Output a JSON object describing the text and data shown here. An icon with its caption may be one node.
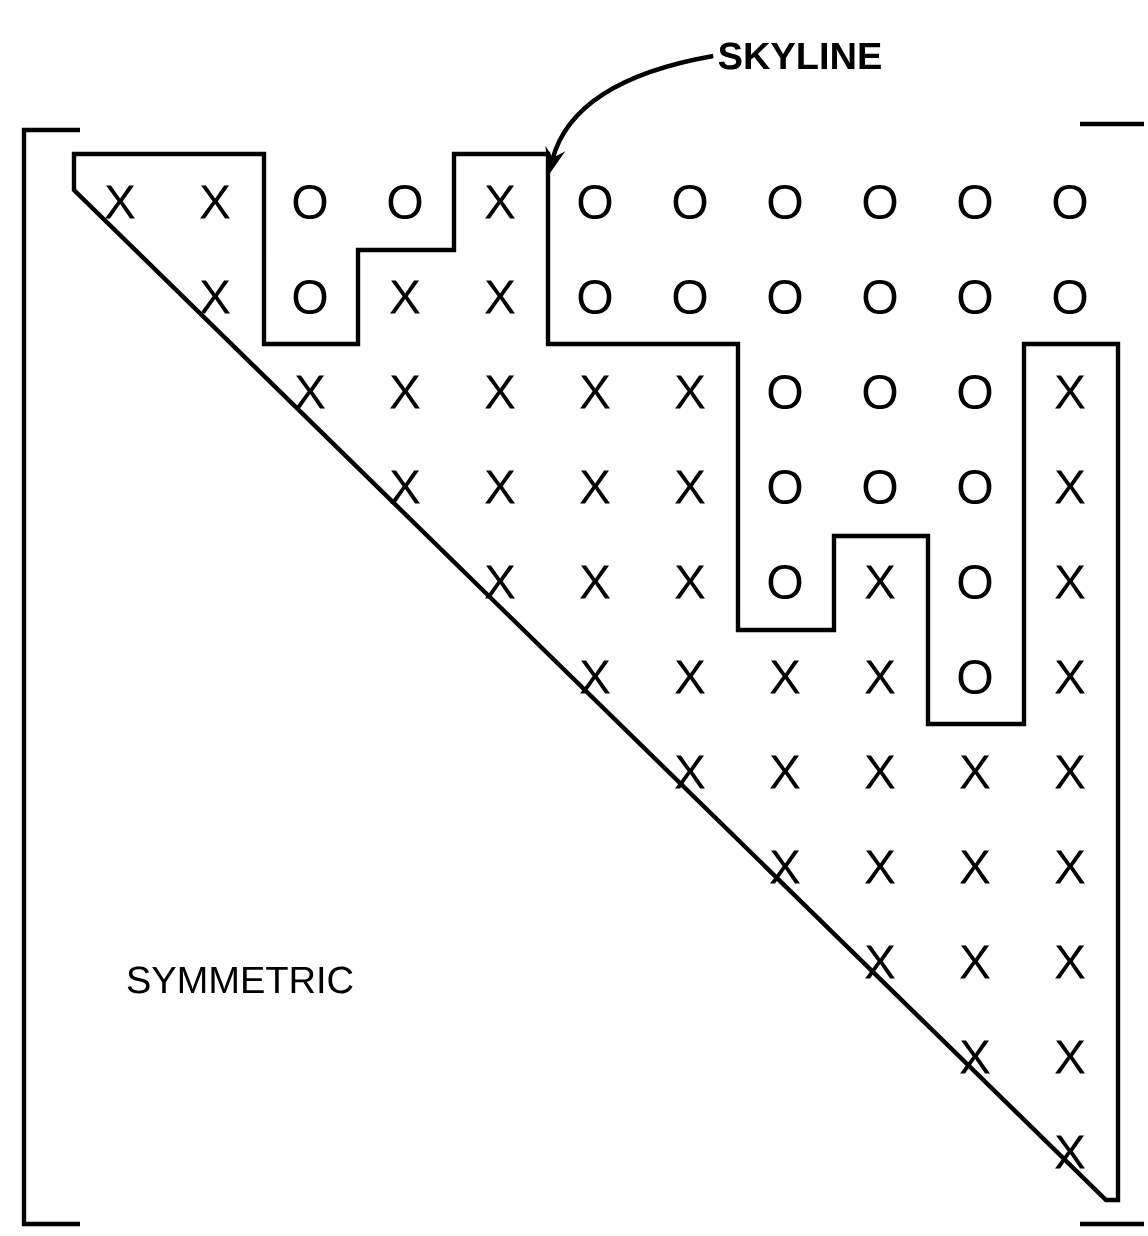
{
  "diagram": {
    "nodes": [
      {
        "text": [
          "SKYLINE"
        ]
      },
      {
        "text": [],
        "shape": "line"
      }
    ],
    "edges": [
      {
        "from": 0,
        "to": 1,
        "arrow": "to"
      }
    ],
    "labels": [
      "X",
      "X",
      "O",
      "O",
      "X",
      "O",
      "O",
      "O",
      "O",
      "O",
      "O",
      "X",
      "O",
      "X",
      "X",
      "O",
      "O",
      "O",
      "O",
      "O",
      "O",
      "X",
      "X",
      "X",
      "X",
      "X",
      "O",
      "O",
      "O",
      "X",
      "X",
      "X",
      "X",
      "X",
      "O",
      "O",
      "O",
      "X",
      "X",
      "X",
      "X",
      "O",
      "X",
      "O",
      "X",
      "X",
      "X",
      "X",
      "X",
      "O",
      "X",
      "X",
      "X",
      "X",
      "X",
      "X",
      "X",
      "X",
      "X",
      "X",
      "X",
      "X",
      "X",
      "X",
      "X",
      "X",
      "SYMMETRIC"
    ]
  }
}
